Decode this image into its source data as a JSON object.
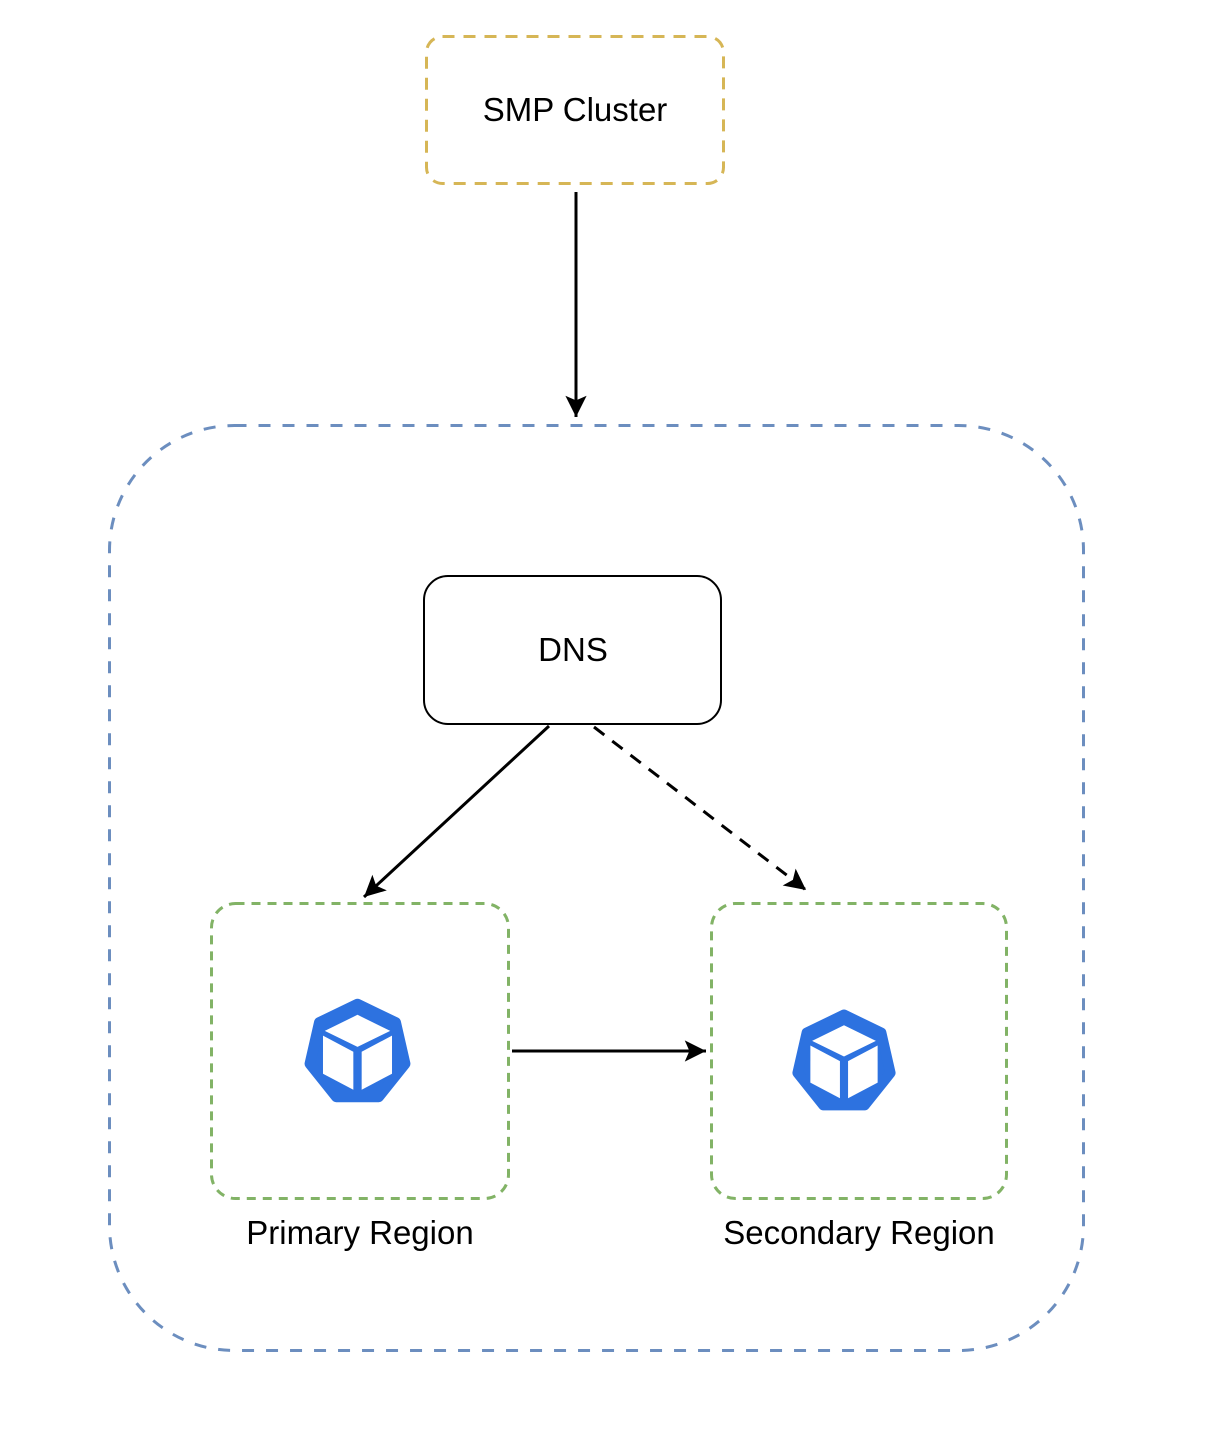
{
  "diagram": {
    "nodes": {
      "smp_cluster": {
        "label": "SMP Cluster",
        "shape": "dashed-rounded-rect",
        "border_color": "#D6B656"
      },
      "dns": {
        "label": "DNS",
        "shape": "rounded-rect",
        "border_color": "#000000"
      },
      "outer_container": {
        "label": "",
        "shape": "dashed-rounded-rect",
        "border_color": "#6C8EBF"
      },
      "primary_region": {
        "label": "Primary Region",
        "shape": "dashed-rounded-rect",
        "border_color": "#82B366",
        "icon": "kubernetes-cube-icon"
      },
      "secondary_region": {
        "label": "Secondary Region",
        "shape": "dashed-rounded-rect",
        "border_color": "#82B366",
        "icon": "kubernetes-cube-icon"
      }
    },
    "edges": [
      {
        "from": "smp_cluster",
        "to": "outer_container",
        "style": "solid",
        "arrowhead": "filled"
      },
      {
        "from": "dns",
        "to": "primary_region",
        "style": "solid",
        "arrowhead": "filled"
      },
      {
        "from": "dns",
        "to": "secondary_region",
        "style": "dashed",
        "arrowhead": "filled"
      },
      {
        "from": "primary_region",
        "to": "secondary_region",
        "style": "solid",
        "arrowhead": "filled"
      }
    ],
    "colors": {
      "smp_border": "#D6B656",
      "outer_border": "#6C8EBF",
      "region_border": "#82B366",
      "dns_border": "#000000",
      "icon_blue": "#2D72E0",
      "arrow": "#000000"
    }
  }
}
